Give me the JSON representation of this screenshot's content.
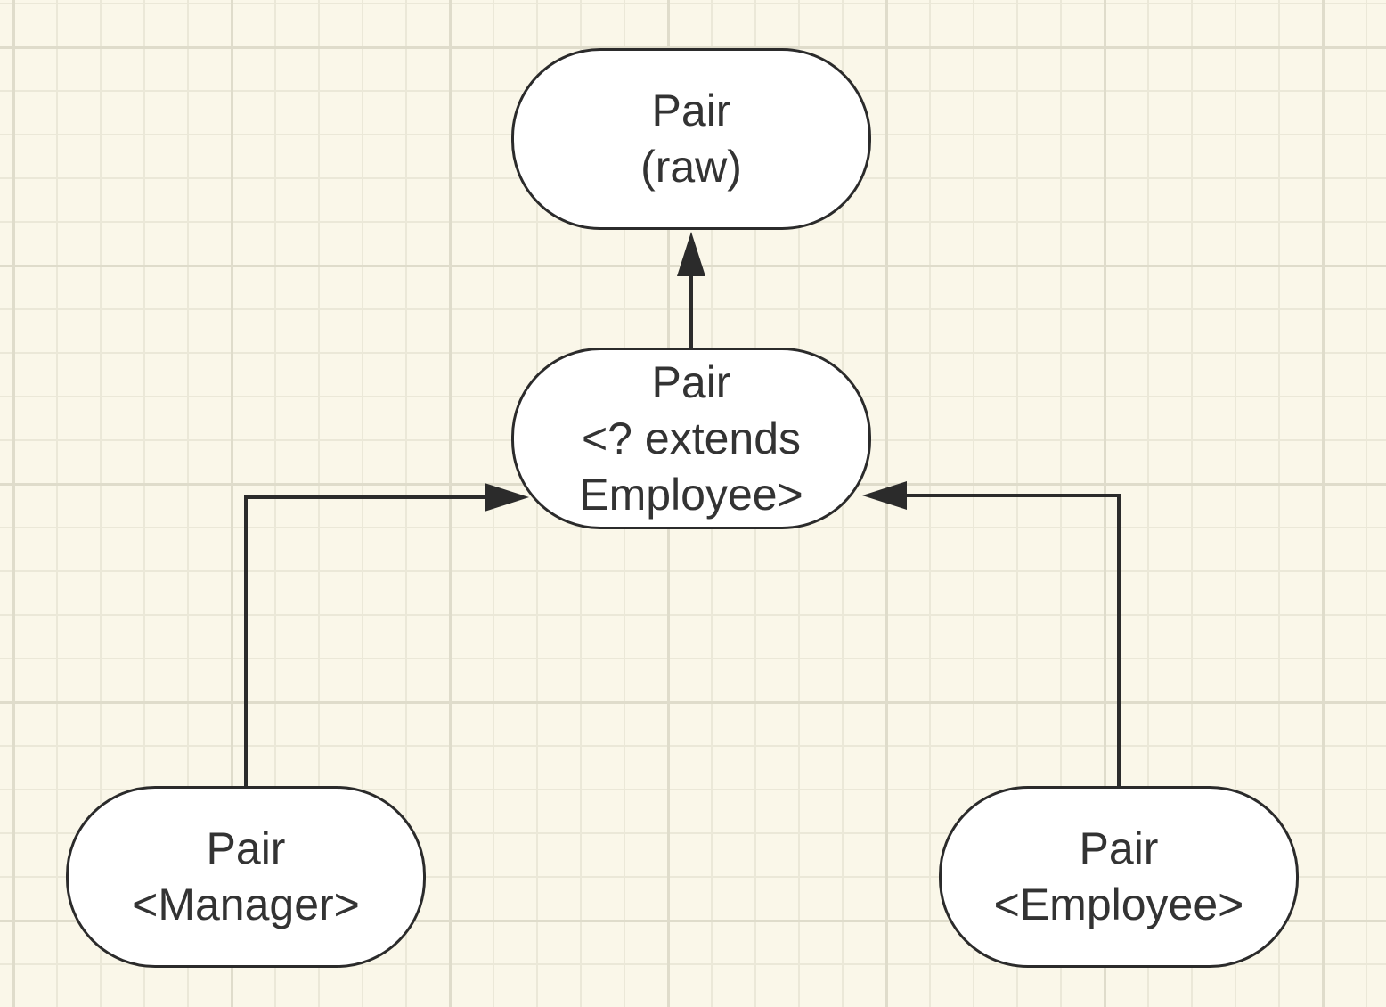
{
  "diagram": {
    "type": "type-hierarchy",
    "line_color": "#2b2b2b",
    "node_fill": "#ffffff",
    "text_color": "#333333",
    "background_color": "#faf7e9",
    "nodes": {
      "raw": {
        "line1": "Pair",
        "line2": "(raw)"
      },
      "extends": {
        "line1": "Pair",
        "line2": "<? extends",
        "line3": "Employee>"
      },
      "manager": {
        "line1": "Pair",
        "line2": "<Manager>"
      },
      "employee": {
        "line1": "Pair",
        "line2": "<Employee>"
      }
    },
    "edges": [
      {
        "from": "extends",
        "to": "raw"
      },
      {
        "from": "manager",
        "to": "extends"
      },
      {
        "from": "employee",
        "to": "extends"
      }
    ]
  }
}
